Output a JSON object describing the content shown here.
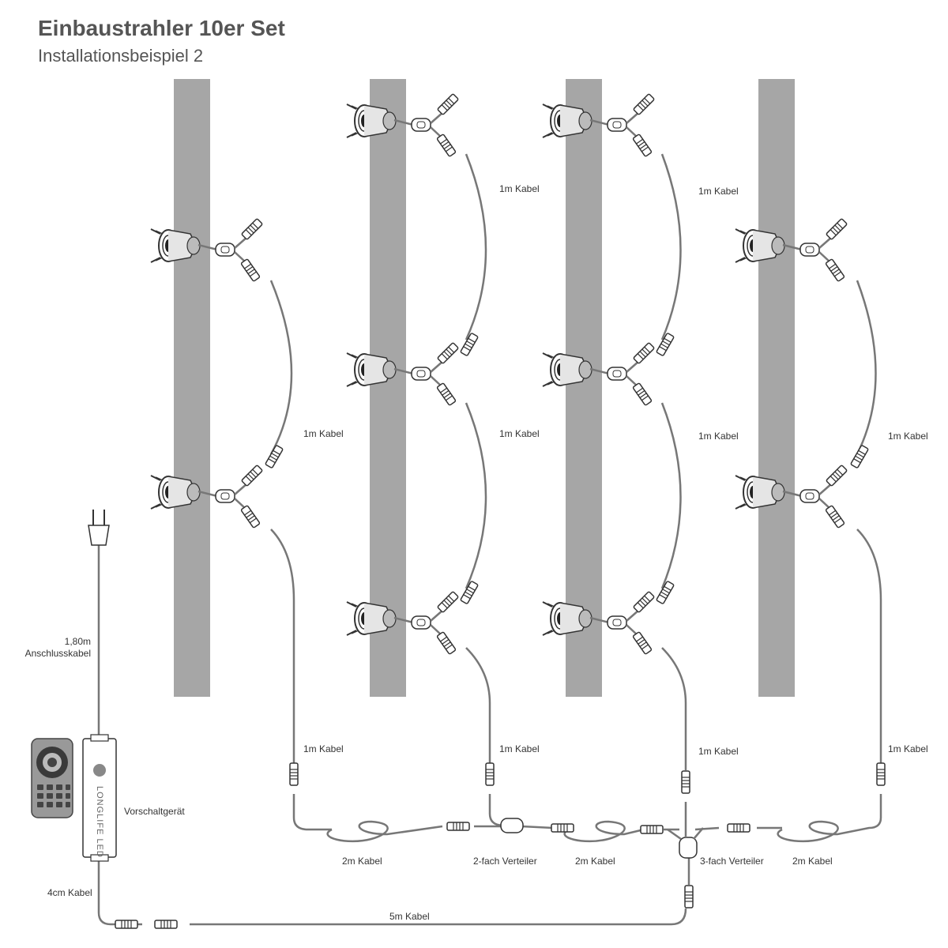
{
  "header": {
    "title": "Einbaustrahler 10er Set",
    "subtitle": "Installationsbeispiel 2"
  },
  "labels": {
    "cable_1m": "1m Kabel",
    "cable_2m": "2m Kabel",
    "cable_5m": "5m Kabel",
    "cable_4cm": "4cm Kabel",
    "connection_cable_length": "1,80m",
    "connection_cable": "Anschlusskabel",
    "splitter_2": "2-fach Verteiler",
    "splitter_3": "3-fach Verteiler",
    "driver": "Vorschaltgerät",
    "driver_brand": "LONGLIFE LED"
  },
  "colors": {
    "beam": "#a6a6a6",
    "cable": "#777777",
    "line": "#333333"
  }
}
